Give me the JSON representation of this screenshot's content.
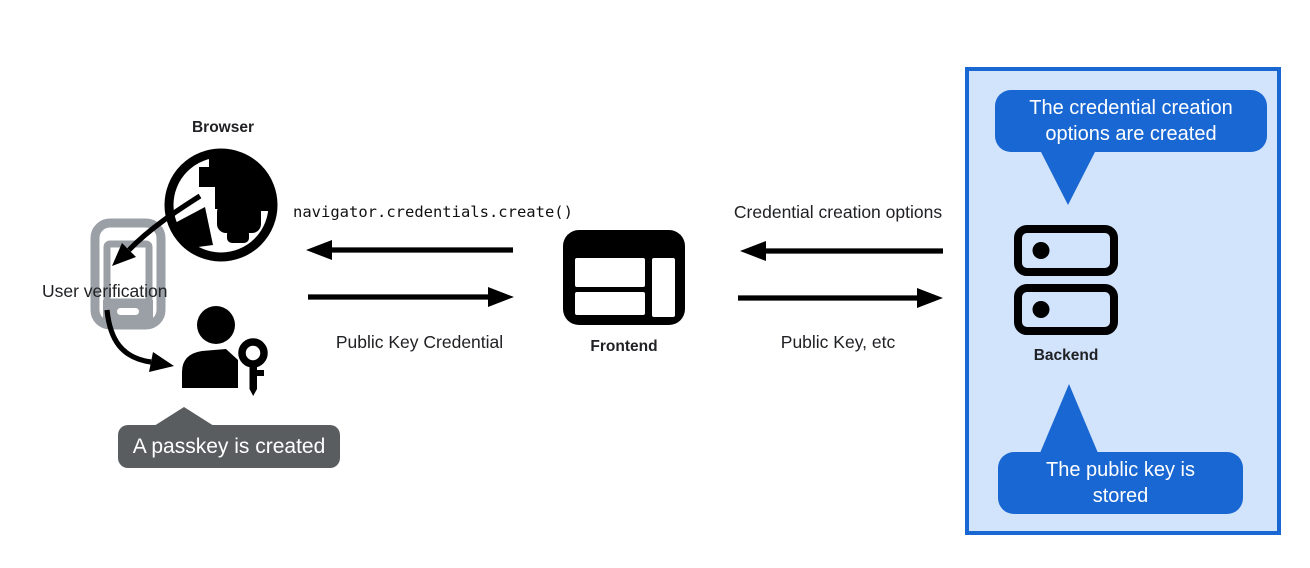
{
  "colors": {
    "accent_blue": "#1967d2",
    "panel_background": "#d2e3fc",
    "tooltip_gray": "#595d60",
    "phone_gray": "#9aa0a6",
    "icon_black": "#000000",
    "text": "#202124"
  },
  "browser_group": {
    "title": "Browser",
    "user_verification_label": "User verification",
    "passkey_tooltip": "A passkey is created"
  },
  "frontend_group": {
    "title": "Frontend",
    "call_arrow_label": "navigator.credentials.create()",
    "return_arrow_label": "Public Key Credential"
  },
  "backend_group": {
    "title": "Backend",
    "options_arrow_label": "Credential creation options",
    "publickey_arrow_label": "Public Key, etc",
    "top_callout": "The credential creation options are created",
    "bottom_callout": "The public key is stored"
  },
  "icons": {
    "globe": "globe-icon",
    "smartphone": "smartphone-icon",
    "person_key": "person-key-icon",
    "browser_window": "browser-window-icon",
    "server": "server-icon"
  }
}
